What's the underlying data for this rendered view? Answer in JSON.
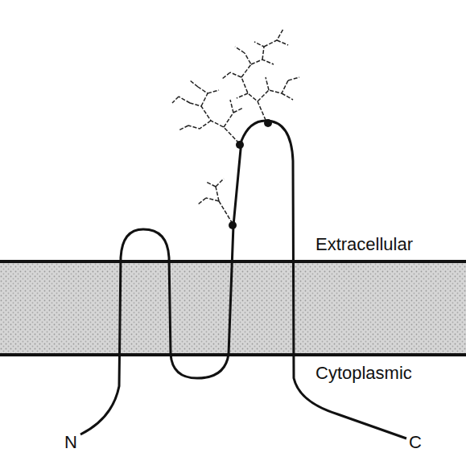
{
  "diagram": {
    "labels": [
      "Extracellular",
      "Cytoplasmic",
      "N",
      "C"
    ]
  }
}
